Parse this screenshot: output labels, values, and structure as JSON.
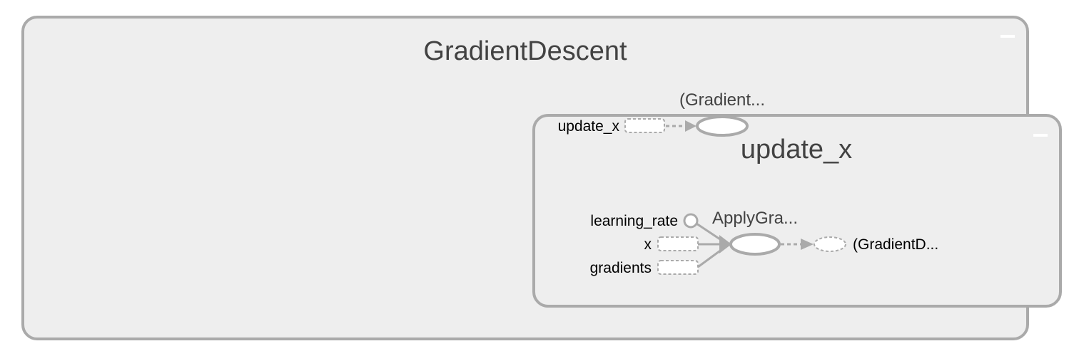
{
  "outer_group": {
    "title": "GradientDescent",
    "top_node_label": "(Gradient...",
    "update_input_label": "update_x"
  },
  "inner_group": {
    "title": "update_x",
    "apply_label": "ApplyGra...",
    "inputs": {
      "learning_rate": "learning_rate",
      "x": "x",
      "gradients": "gradients"
    },
    "output_label": "(GradientD..."
  },
  "colors": {
    "group_fill": "#eeeeee",
    "group_stroke": "#aaaaaa",
    "text": "#424242"
  }
}
